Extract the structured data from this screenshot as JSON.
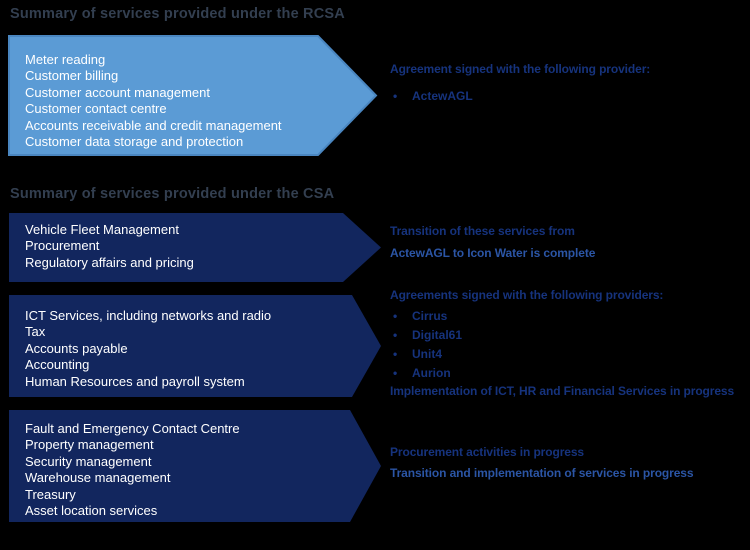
{
  "titles": {
    "rcsa": "Summary of services provided under the RCSA",
    "csa": "Summary of services provided under the CSA"
  },
  "arrows": [
    {
      "name": "rcsa-services",
      "items": [
        "Meter reading",
        "Customer billing",
        "Customer account management",
        "Customer contact centre",
        "Accounts receivable and credit management",
        "Customer data storage and protection"
      ]
    },
    {
      "name": "csa-services-transitioned",
      "items": [
        "Vehicle Fleet Management",
        "Procurement",
        "Regulatory affairs and pricing"
      ]
    },
    {
      "name": "csa-services-contracted",
      "items": [
        "ICT Services, including networks and radio",
        "Tax",
        "Accounts payable",
        "Accounting",
        "Human Resources and payroll system"
      ]
    },
    {
      "name": "csa-services-in-progress",
      "items": [
        "Fault and Emergency Contact Centre",
        "Property management",
        "Security management",
        "Warehouse management",
        "Treasury",
        "Asset location services"
      ]
    }
  ],
  "annotations": {
    "rcsa": {
      "header": "Agreement signed with the following provider:",
      "bullets": [
        "ActewAGL"
      ]
    },
    "csa1": {
      "line1": "Transition of these services from",
      "line2": "ActewAGL to Icon Water is complete"
    },
    "csa2": {
      "header": "Agreements signed with the following providers:",
      "bullets": [
        "Cirrus",
        "Digital61",
        "Unit4",
        "Aurion"
      ],
      "footer": "Implementation of ICT, HR and Financial Services in progress"
    },
    "csa3": {
      "line1": "Procurement activities in progress",
      "line2": "Transition and implementation of services in progress"
    }
  },
  "colors": {
    "background": "#000000",
    "section_title_text": "#333f50",
    "arrow_light_fill": "#5b9bd5",
    "arrow_light_border": "#4a86c0",
    "arrow_dark_fill": "#12265e",
    "arrow_text": "#ffffff",
    "annotation_primary": "#16337d",
    "annotation_secondary": "#2b55a5"
  }
}
